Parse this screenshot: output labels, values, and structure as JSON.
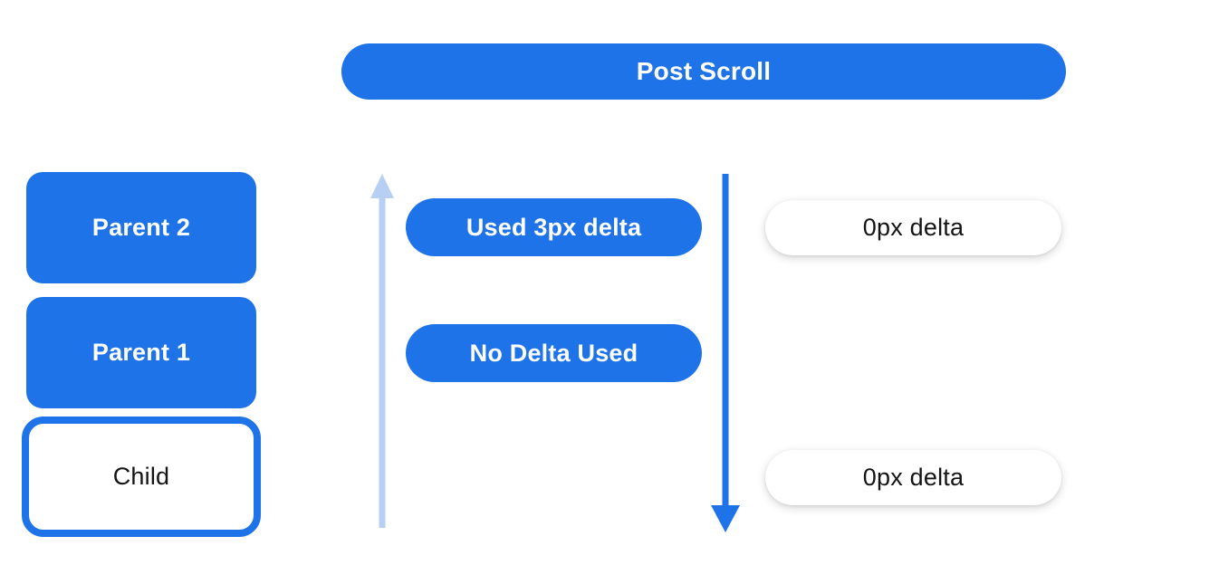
{
  "title": {
    "label": "Post Scroll"
  },
  "left_column": {
    "boxes": [
      {
        "id": "parent2",
        "label": "Parent 2",
        "style": "blue-filled"
      },
      {
        "id": "parent1",
        "label": "Parent 1",
        "style": "blue-filled"
      },
      {
        "id": "child",
        "label": "Child",
        "style": "white-blue-outline"
      }
    ]
  },
  "middle_column": {
    "up_arrow_icon": "arrow-up",
    "down_arrow_icon": "arrow-down",
    "pills": [
      {
        "label": "Used 3px delta"
      },
      {
        "label": "No Delta Used"
      }
    ]
  },
  "right_column": {
    "pills": [
      {
        "label": "0px delta"
      },
      {
        "label": "0px delta"
      }
    ]
  },
  "colors": {
    "primary_blue": "#1e73e8",
    "light_blue_arrow": "#b6cff3",
    "white": "#ffffff",
    "dark_text": "#141414",
    "background": "#ffffff"
  }
}
